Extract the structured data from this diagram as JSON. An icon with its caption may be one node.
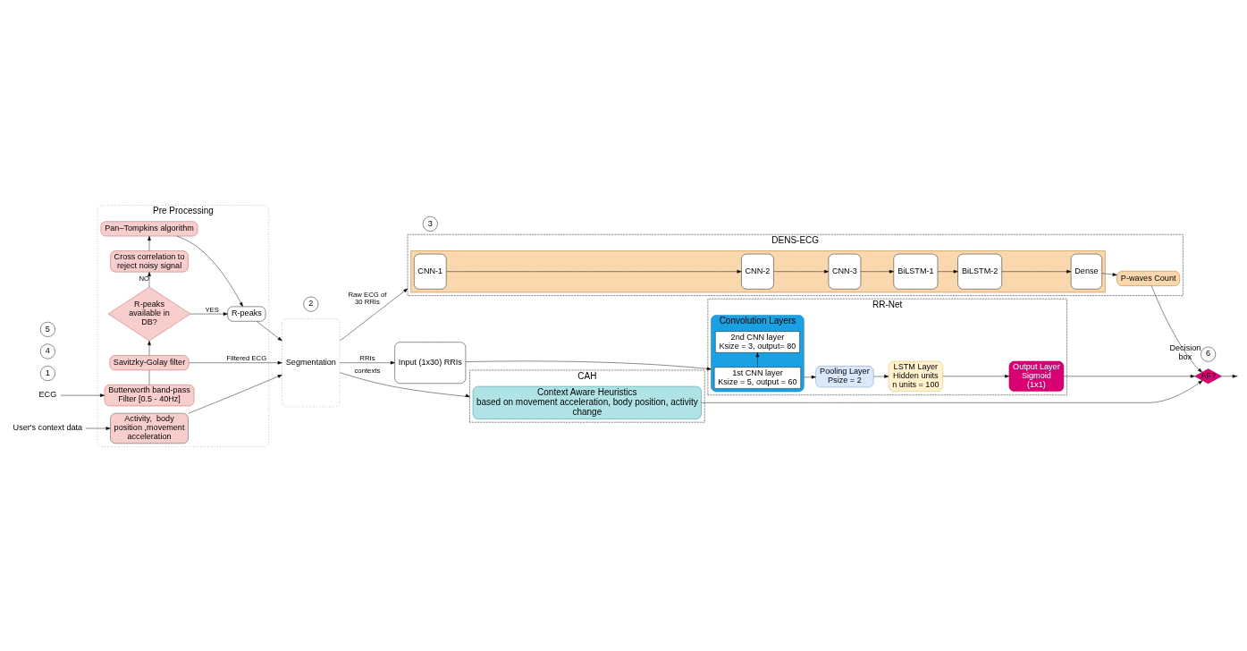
{
  "diagram": {
    "nodes": [
      {
        "text": [
          "Pre Processing"
        ]
      },
      {
        "text": [
          "1"
        ]
      },
      {
        "text": [
          "ECG"
        ]
      },
      {
        "text": [
          "Butterworth band-pass Filter [0.5 - 40Hz]"
        ],
        "in": 0
      },
      {
        "text": [
          "Savitzky-Golay filter"
        ],
        "in": 0
      },
      {
        "text": [
          "R-peaks available in DB?"
        ],
        "in": 0
      },
      {
        "text": [
          "R-peaks"
        ],
        "in": 0
      },
      {
        "text": [
          "Cross correlation to reject noisy signal"
        ],
        "in": 0
      },
      {
        "text": [
          "Pan–Tompkins algorithm"
        ],
        "in": 0
      },
      {
        "text": [
          "User's context data"
        ]
      },
      {
        "text": [
          "Activity,  body position ,movement acceleration"
        ],
        "in": 0
      },
      {
        "text": [
          "2"
        ]
      },
      {
        "text": [
          "Segmentation"
        ]
      },
      {
        "text": [
          "Input (1x30) RRIs"
        ]
      },
      {
        "text": [
          "RR-Net"
        ]
      },
      {
        "text": [
          "3"
        ]
      },
      {
        "text": [
          "Convolution Layers"
        ],
        "in": 14
      },
      {
        "text": [
          "1st CNN layer",
          "Ksize = 5, output = 60"
        ],
        "in": 16
      },
      {
        "text": [
          "2nd CNN layer",
          "Ksize = 3, output= 80"
        ],
        "in": 16
      },
      {
        "text": [
          "Pooling Layer",
          "Psize = 2"
        ],
        "in": 14
      },
      {
        "text": [
          "LSTM Layer",
          "Hidden units",
          "n units = 100"
        ],
        "in": 14
      },
      {
        "text": [
          "Output Layer",
          "Sigmoid",
          "(1x1)"
        ],
        "in": 14
      },
      {
        "text": [
          "DENS-ECG"
        ]
      },
      {
        "text": [
          "4"
        ]
      },
      {
        "text": [],
        "shape": "box",
        "in": 22
      },
      {
        "text": [
          "CNN-1"
        ],
        "in": 24
      },
      {
        "text": [
          "CNN-2"
        ],
        "in": 24
      },
      {
        "text": [
          "CNN-3"
        ],
        "in": 24
      },
      {
        "text": [
          "BiLSTM-1"
        ],
        "in": 24
      },
      {
        "text": [
          "BiLSTM-2"
        ],
        "in": 24
      },
      {
        "text": [
          "Dense"
        ],
        "in": 24
      },
      {
        "text": [
          "P-waves Count"
        ],
        "in": 22
      },
      {
        "text": [
          "CAH"
        ]
      },
      {
        "text": [
          "5"
        ]
      },
      {
        "text": [
          "Context Aware Heuristics",
          "based on movement acceleration, body position, activity change"
        ],
        "in": 32
      },
      {
        "text": [
          "AF?"
        ]
      },
      {
        "text": [
          "6"
        ],
        "beside": [
          "Decision box"
        ]
      }
    ],
    "edges": [
      {
        "from": 2,
        "to": 3,
        "arrow": "to"
      },
      {
        "from": 3,
        "to": 4,
        "arrow": "none"
      },
      {
        "from": 4,
        "to": 12,
        "arrow": "to",
        "label": "Filtered ECG"
      },
      {
        "from": 4,
        "to": 5,
        "arrow": "to"
      },
      {
        "from": 5,
        "to": 6,
        "arrow": "to",
        "label": "YES"
      },
      {
        "from": 5,
        "to": 7,
        "arrow": "to",
        "label": "NO"
      },
      {
        "from": 7,
        "to": 8,
        "arrow": "to"
      },
      {
        "from": 8,
        "to": 6,
        "arrow": "to"
      },
      {
        "from": 6,
        "to": 12,
        "arrow": "to"
      },
      {
        "from": 9,
        "to": 10,
        "arrow": "to"
      },
      {
        "from": 10,
        "to": 12,
        "arrow": "to"
      },
      {
        "from": 12,
        "to": 13,
        "arrow": "to",
        "label": "RRIs"
      },
      {
        "from": 12,
        "to": 22,
        "arrow": "to",
        "label": "Raw ECG of  30 RRIs"
      },
      {
        "from": 12,
        "to": 32,
        "arrow": "to",
        "label": "contexts"
      },
      {
        "from": 13,
        "to": 16,
        "arrow": "to"
      },
      {
        "from": 17,
        "to": 18,
        "arrow": "to"
      },
      {
        "from": 16,
        "to": 19,
        "arrow": "to"
      },
      {
        "from": 19,
        "to": 20,
        "arrow": "to"
      },
      {
        "from": 20,
        "to": 21,
        "arrow": "to"
      },
      {
        "from": 21,
        "to": 35,
        "arrow": "to"
      },
      {
        "from": 25,
        "to": 26,
        "arrow": "to"
      },
      {
        "from": 26,
        "to": 27,
        "arrow": "to"
      },
      {
        "from": 27,
        "to": 28,
        "arrow": "to"
      },
      {
        "from": 28,
        "to": 29,
        "arrow": "to"
      },
      {
        "from": 29,
        "to": 30,
        "arrow": "to"
      },
      {
        "from": 30,
        "to": 31,
        "arrow": "to"
      },
      {
        "from": 31,
        "to": 35,
        "arrow": "to"
      },
      {
        "from": 34,
        "to": 35,
        "arrow": "to"
      },
      {
        "from": 35,
        "to": null,
        "arrow": "to"
      }
    ]
  }
}
